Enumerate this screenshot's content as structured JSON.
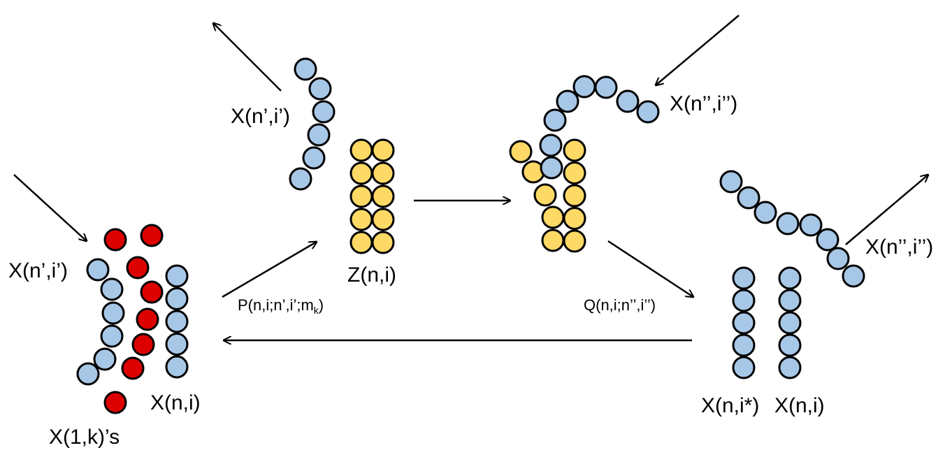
{
  "colors": {
    "blue": "#a7c7e7",
    "red": "#dd0000",
    "yellow": "#ffd966",
    "stroke": "#000000",
    "arrow": "#000000"
  },
  "labels": {
    "left_strand": "X(n’,i’)",
    "left_pair": "X(n,i)",
    "red_monomers": "X(1,k)’s",
    "top_left_strand": "X(n’,i’)",
    "complex": "Z(n,i)",
    "top_right_strand": "X(n’’,i’’)",
    "right_leaving_strand": "X(n’’,i’’)",
    "right_pair_a": "X(n,i*)",
    "right_pair_b": "X(n,i)",
    "rate_p": "P(n,i;n’,i’;m",
    "rate_p_sub": "k",
    "rate_p_close": ")",
    "rate_q": "Q(n,i;n’’,i’’)"
  }
}
